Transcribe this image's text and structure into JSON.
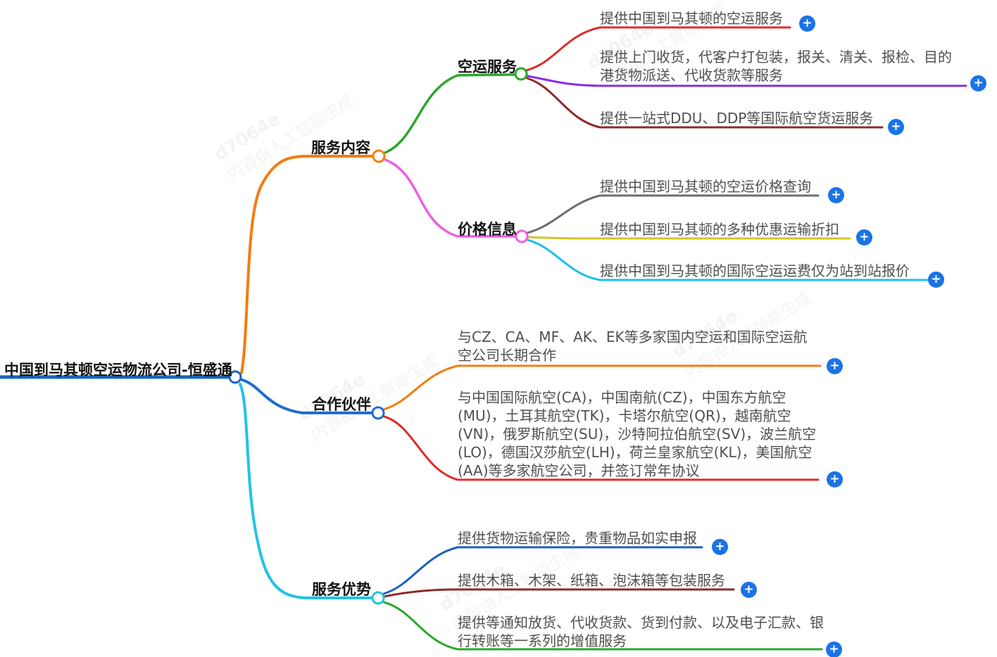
{
  "title": "中国到马其顿空运物流公司-恒盛通 思维导图",
  "icons": {
    "plus": "+"
  },
  "watermark": {
    "id": "d7064e",
    "note": "内容由人工智能生成"
  },
  "colors": {
    "root_line": "#1565c0",
    "branch1": "#f57c10",
    "branch2": "#1d6ed1",
    "branch3": "#22c3e6",
    "air_service": "#2aa82a",
    "price_info": "#ee5fe2",
    "leaf_red": "#e02b2b",
    "leaf_purple": "#8a2be2",
    "leaf_darkred": "#8e2a2a",
    "leaf_gray": "#6d6d6d",
    "leaf_yellow": "#d4c426",
    "leaf_cyan": "#19c0e8",
    "leaf_blue": "#1d5fc0",
    "leaf_green": "#2aa82a",
    "plus_button": "#1a73e8"
  },
  "root": {
    "label": "中国到马其顿空运物流公司-恒盛通"
  },
  "branches": [
    {
      "label": "服务内容",
      "children": [
        {
          "label": "空运服务",
          "leaves": [
            {
              "text": "提供中国到马其顿的空运服务"
            },
            {
              "text": "提供上门收货，代客户打包装，报关、清关、报检、目的港货物派送、代收货款等服务"
            },
            {
              "text": "提供一站式DDU、DDP等国际航空货运服务"
            }
          ]
        },
        {
          "label": "价格信息",
          "leaves": [
            {
              "text": "提供中国到马其顿的空运价格查询"
            },
            {
              "text": "提供中国到马其顿的多种优惠运输折扣"
            },
            {
              "text": "提供中国到马其顿的国际空运运费仅为站到站报价"
            }
          ]
        }
      ]
    },
    {
      "label": "合作伙伴",
      "leaves": [
        {
          "text": "与CZ、CA、MF、AK、EK等多家国内空运和国际空运航空公司长期合作"
        },
        {
          "text": "与中国国际航空(CA)，中国南航(CZ)，中国东方航空(MU)，土耳其航空(TK)，卡塔尔航空(QR)，越南航空(VN)，俄罗斯航空(SU)，沙特阿拉伯航空(SV)，波兰航空(LO)，德国汉莎航空(LH)，荷兰皇家航空(KL)，美国航空(AA)等多家航空公司，并签订常年协议"
        }
      ]
    },
    {
      "label": "服务优势",
      "leaves": [
        {
          "text": "提供货物运输保险，贵重物品如实申报"
        },
        {
          "text": "提供木箱、木架、纸箱、泡沫箱等包装服务"
        },
        {
          "text": "提供等通知放货、代收货款、货到付款、以及电子汇款、银行转账等一系列的增值服务"
        }
      ]
    }
  ]
}
